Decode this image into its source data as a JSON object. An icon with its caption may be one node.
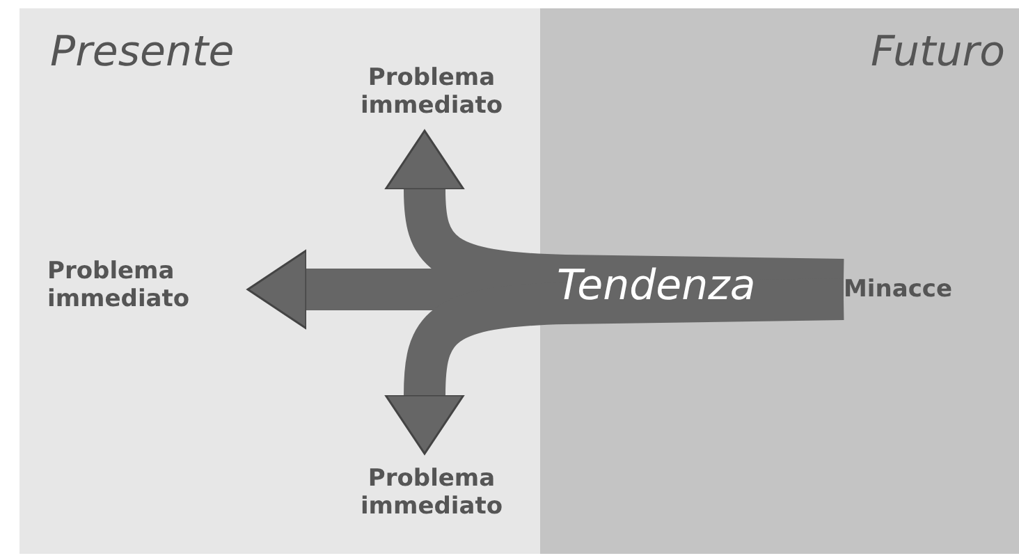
{
  "diagram": {
    "nodes": [
      {
        "text": [
          "Presente"
        ]
      },
      {
        "text": [
          "Futuro"
        ]
      },
      {
        "text": [
          "Problema immediato"
        ],
        "in": 0
      },
      {
        "text": [
          "Problema immediato"
        ],
        "in": 0
      },
      {
        "text": [
          "Problema immediato"
        ],
        "in": 0
      },
      {
        "text": [
          "Minacce"
        ],
        "in": 1
      }
    ],
    "edges": [
      {
        "from": 5,
        "to": 2,
        "arrow": "to"
      },
      {
        "from": 5,
        "to": 3,
        "arrow": "to",
        "label": "Tendenza"
      },
      {
        "from": 5,
        "to": 4,
        "arrow": "to"
      }
    ]
  }
}
